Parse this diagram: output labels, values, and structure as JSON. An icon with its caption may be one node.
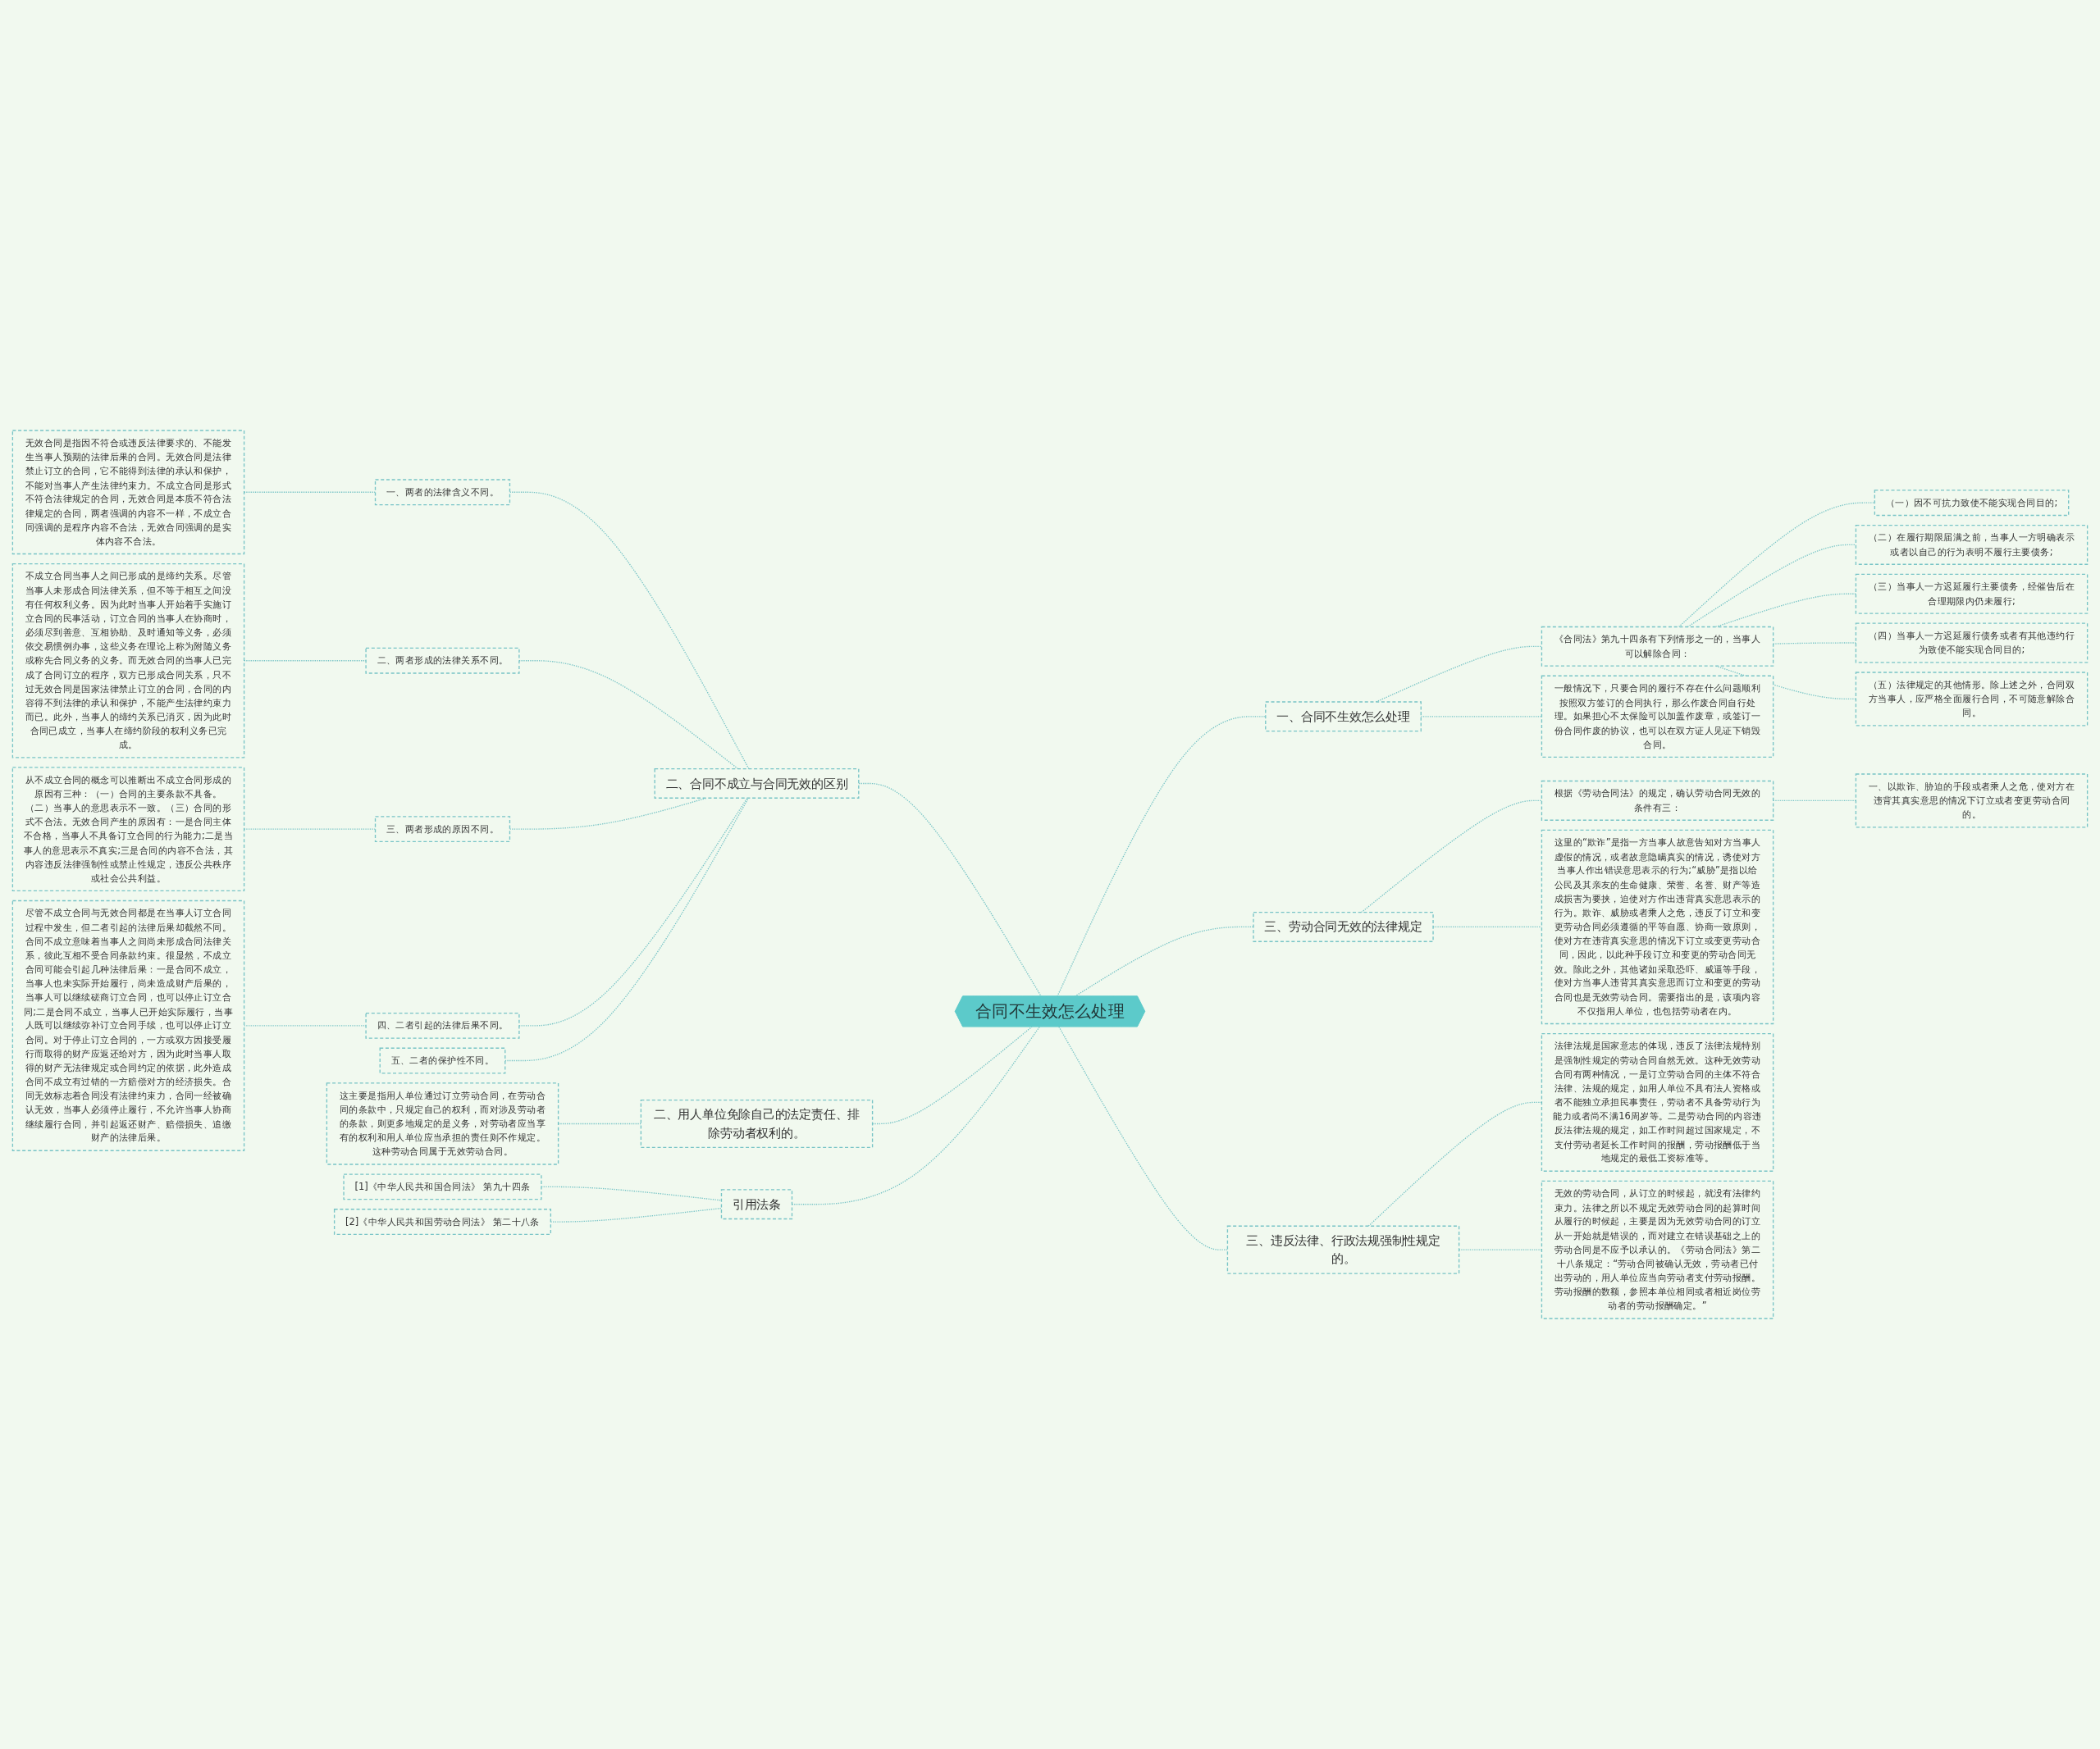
{
  "diagram": {
    "nodes": [
      {
        "text": [
          "合同不生效怎么处理"
        ]
      },
      {
        "text": [
          "二、合同不成立与合同无效的区别"
        ]
      },
      {
        "text": [
          "一、两者的法律含义不同。"
        ]
      },
      {
        "text": [
          "无效合同是指因不符合或违反法律要求的、不能发生当事人预期的法律后果的合同。无效合同是法律禁止订立的合同，它不能得到法律的承认和保护，不能对当事人产生法律约束力。不成立合同是形式不符合法律规定的合同，无效合同是本质不符合法律规定的合同，两者强调的内容不一样，不成立合同强调的是程序内容不合法，无效合同强调的是实体内容不合法。"
        ]
      },
      {
        "text": [
          "二、两者形成的法律关系不同。"
        ]
      },
      {
        "text": [
          "不成立合同当事人之间已形成的是缔约关系。尽管当事人未形成合同法律关系，但不等于相互之间没有任何权利义务。因为此时当事人开始着手实施订立合同的民事活动，订立合同的当事人在协商时，必须尽到善意、互相协助、及时通知等义务，必须依交易惯例办事，这些义务在理论上称为附随义务或称先合同义务的义务。而无效合同的当事人已完成了合同订立的程序，双方已形成合同关系，只不过无效合同是国家法律禁止订立的合同，合同的内容得不到法律的承认和保护，不能产生法律约束力而已。此外，当事人的缔约关系已消灭，因为此时合同已成立，当事人在缔约阶段的权利义务已完成。"
        ]
      },
      {
        "text": [
          "三、两者形成的原因不同。"
        ]
      },
      {
        "text": [
          "从不成立合同的概念可以推断出不成立合同形成的原因有三种：（一）合同的主要条款不具备。（二）当事人的意思表示不一致。（三）合同的形式不合法。无效合同产生的原因有：一是合同主体不合格，当事人不具备订立合同的行为能力;二是当事人的意思表示不真实;三是合同的内容不合法，其内容违反法律强制性或禁止性规定，违反公共秩序或社会公共利益。"
        ]
      },
      {
        "text": [
          "四、二者引起的法律后果不同。"
        ]
      },
      {
        "text": [
          "尽管不成立合同与无效合同都是在当事人订立合同过程中发生，但二者引起的法律后果却截然不同。合同不成立意味着当事人之间尚未形成合同法律关系，彼此互相不受合同条款约束。很显然，不成立合同可能会引起几种法律后果：一是合同不成立，当事人也未实际开始履行，尚未造成财产后果的，当事人可以继续磋商订立合同，也可以停止订立合同;二是合同不成立，当事人已开始实际履行，当事人既可以继续弥补订立合同手续，也可以停止订立合同。对于停止订立合同的，一方或双方因接受履行而取得的财产应返还给对方，因为此时当事人取得的财产无法律规定或合同约定的依据，此外造成合同不成立有过错的一方赔偿对方的经济损失。合同无效标志着合同没有法律约束力，合同一经被确认无效，当事人必须停止履行，不允许当事人协商继续履行合同，并引起返还财产、赔偿损失、追缴财产的法律后果。"
        ]
      },
      {
        "text": [
          "五、二者的保护性不同。"
        ]
      },
      {
        "text": [
          "二、用人单位免除自己的法定责任、排除劳动者权利的。"
        ]
      },
      {
        "text": [
          "这主要是指用人单位通过订立劳动合同，在劳动合同的条款中，只规定自己的权利，而对涉及劳动者的条款，则更多地规定的是义务，对劳动者应当享有的权利和用人单位应当承担的责任则不作规定。这种劳动合同属于无效劳动合同。"
        ]
      },
      {
        "text": [
          "引用法条"
        ]
      },
      {
        "text": [
          "[1]《中华人民共和国合同法》 第九十四条"
        ]
      },
      {
        "text": [
          "[2]《中华人民共和国劳动合同法》 第二十八条"
        ]
      },
      {
        "text": [
          "一、合同不生效怎么处理"
        ]
      },
      {
        "text": [
          "一般情况下，只要合同的履行不存在什么问题顺利按照双方签订的合同执行，那么作废合同自行处理。如果担心不太保险可以加盖作废章，或签订一份合同作废的协议，也可以在双方证人见证下销毁合同。"
        ]
      },
      {
        "text": [
          "《合同法》第九十四条有下列情形之一的，当事人可以解除合同："
        ]
      },
      {
        "text": [
          "（一）因不可抗力致使不能实现合同目的;"
        ]
      },
      {
        "text": [
          "（二）在履行期限届满之前，当事人一方明确表示或者以自己的行为表明不履行主要债务;"
        ]
      },
      {
        "text": [
          "（三）当事人一方迟延履行主要债务，经催告后在合理期限内仍未履行;"
        ]
      },
      {
        "text": [
          "（四）当事人一方迟延履行债务或者有其他违约行为致使不能实现合同目的;"
        ]
      },
      {
        "text": [
          "（五）法律规定的其他情形。除上述之外，合同双方当事人，应严格全面履行合同，不可随意解除合同。"
        ]
      },
      {
        "text": [
          "三、劳动合同无效的法律规定"
        ]
      },
      {
        "text": [
          "根据《劳动合同法》的规定，确认劳动合同无效的条件有三："
        ]
      },
      {
        "text": [
          "一、以欺诈、胁迫的手段或者乘人之危，使对方在违背其真实意思的情况下订立或者变更劳动合同的。"
        ]
      },
      {
        "text": [
          "这里的“欺诈”是指一方当事人故意告知对方当事人虚假的情况，或者故意隐瞒真实的情况，诱使对方当事人作出错误意思表示的行为;“威胁”是指以给公民及其亲友的生命健康、荣誉、名誉、财产等造成损害为要挟，迫使对方作出违背真实意思表示的行为。欺诈、威胁或者乘人之危，违反了订立和变更劳动合同必须遵循的平等自愿、协商一致原则，使对方在违背真实意思的情况下订立或变更劳动合同，因此，以此种手段订立和变更的劳动合同无效。除此之外，其他诸如采取恐吓、威逼等手段，使对方当事人违背其真实意思而订立和变更的劳动合同也是无效劳动合同。需要指出的是，该项内容不仅指用人单位，也包括劳动者在内。"
        ]
      },
      {
        "text": [
          "三、违反法律、行政法规强制性规定的。"
        ]
      },
      {
        "text": [
          "法律法规是国家意志的体现，违反了法律法规特别是强制性规定的劳动合同自然无效。这种无效劳动合同有两种情况，一是订立劳动合同的主体不符合法律、法规的规定，如用人单位不具有法人资格或者不能独立承担民事责任，劳动者不具备劳动行为能力或者尚不满16周岁等。二是劳动合同的内容违反法律法规的规定，如工作时间超过国家规定，不支付劳动者延长工作时间的报酬，劳动报酬低于当地规定的最低工资标准等。"
        ]
      },
      {
        "text": [
          "无效的劳动合同，从订立的时候起，就没有法律约束力。法律之所以不规定无效劳动合同的起算时间从履行的时候起，主要是因为无效劳动合同的订立从一开始就是错误的，而对建立在错误基础之上的劳动合同是不应予以承认的。《劳动合同法》第二十八条规定：“劳动合同被确认无效，劳动者已付出劳动的，用人单位应当向劳动者支付劳动报酬。劳动报酬的数额，参照本单位相同或者相近岗位劳动者的劳动报酬确定。”"
        ]
      }
    ],
    "edges": [
      {
        "from": 1,
        "to": 0,
        "arrow": "none",
        "style": "dashed"
      },
      {
        "from": 2,
        "to": 1,
        "arrow": "none",
        "style": "dashed"
      },
      {
        "from": 3,
        "to": 2,
        "arrow": "none",
        "style": "dashed"
      },
      {
        "from": 4,
        "to": 1,
        "arrow": "none",
        "style": "dashed"
      },
      {
        "from": 5,
        "to": 4,
        "arrow": "none",
        "style": "dashed"
      },
      {
        "from": 6,
        "to": 1,
        "arrow": "none",
        "style": "dashed"
      },
      {
        "from": 7,
        "to": 6,
        "arrow": "none",
        "style": "dashed"
      },
      {
        "from": 8,
        "to": 1,
        "arrow": "none",
        "style": "dashed"
      },
      {
        "from": 9,
        "to": 8,
        "arrow": "none",
        "style": "dashed"
      },
      {
        "from": 10,
        "to": 1,
        "arrow": "none",
        "style": "dashed"
      },
      {
        "from": 11,
        "to": 0,
        "arrow": "none",
        "style": "dashed"
      },
      {
        "from": 12,
        "to": 11,
        "arrow": "none",
        "style": "dashed"
      },
      {
        "from": 13,
        "to": 0,
        "arrow": "none",
        "style": "dashed"
      },
      {
        "from": 14,
        "to": 13,
        "arrow": "none",
        "style": "dashed"
      },
      {
        "from": 15,
        "to": 13,
        "arrow": "none",
        "style": "dashed"
      },
      {
        "from": 0,
        "to": 16,
        "arrow": "none",
        "style": "dashed"
      },
      {
        "from": 16,
        "to": 17,
        "arrow": "none",
        "style": "dashed"
      },
      {
        "from": 16,
        "to": 18,
        "arrow": "none",
        "style": "dashed"
      },
      {
        "from": 18,
        "to": 19,
        "arrow": "none",
        "style": "dashed"
      },
      {
        "from": 18,
        "to": 20,
        "arrow": "none",
        "style": "dashed"
      },
      {
        "from": 18,
        "to": 21,
        "arrow": "none",
        "style": "dashed"
      },
      {
        "from": 18,
        "to": 22,
        "arrow": "none",
        "style": "dashed"
      },
      {
        "from": 18,
        "to": 23,
        "arrow": "none",
        "style": "dashed"
      },
      {
        "from": 0,
        "to": 24,
        "arrow": "none",
        "style": "dashed"
      },
      {
        "from": 24,
        "to": 25,
        "arrow": "none",
        "style": "dashed"
      },
      {
        "from": 25,
        "to": 26,
        "arrow": "none",
        "style": "dashed"
      },
      {
        "from": 24,
        "to": 27,
        "arrow": "none",
        "style": "dashed"
      },
      {
        "from": 0,
        "to": 28,
        "arrow": "none",
        "style": "dashed"
      },
      {
        "from": 28,
        "to": 29,
        "arrow": "none",
        "style": "dashed"
      },
      {
        "from": 28,
        "to": 30,
        "arrow": "none",
        "style": "dashed"
      }
    ]
  }
}
